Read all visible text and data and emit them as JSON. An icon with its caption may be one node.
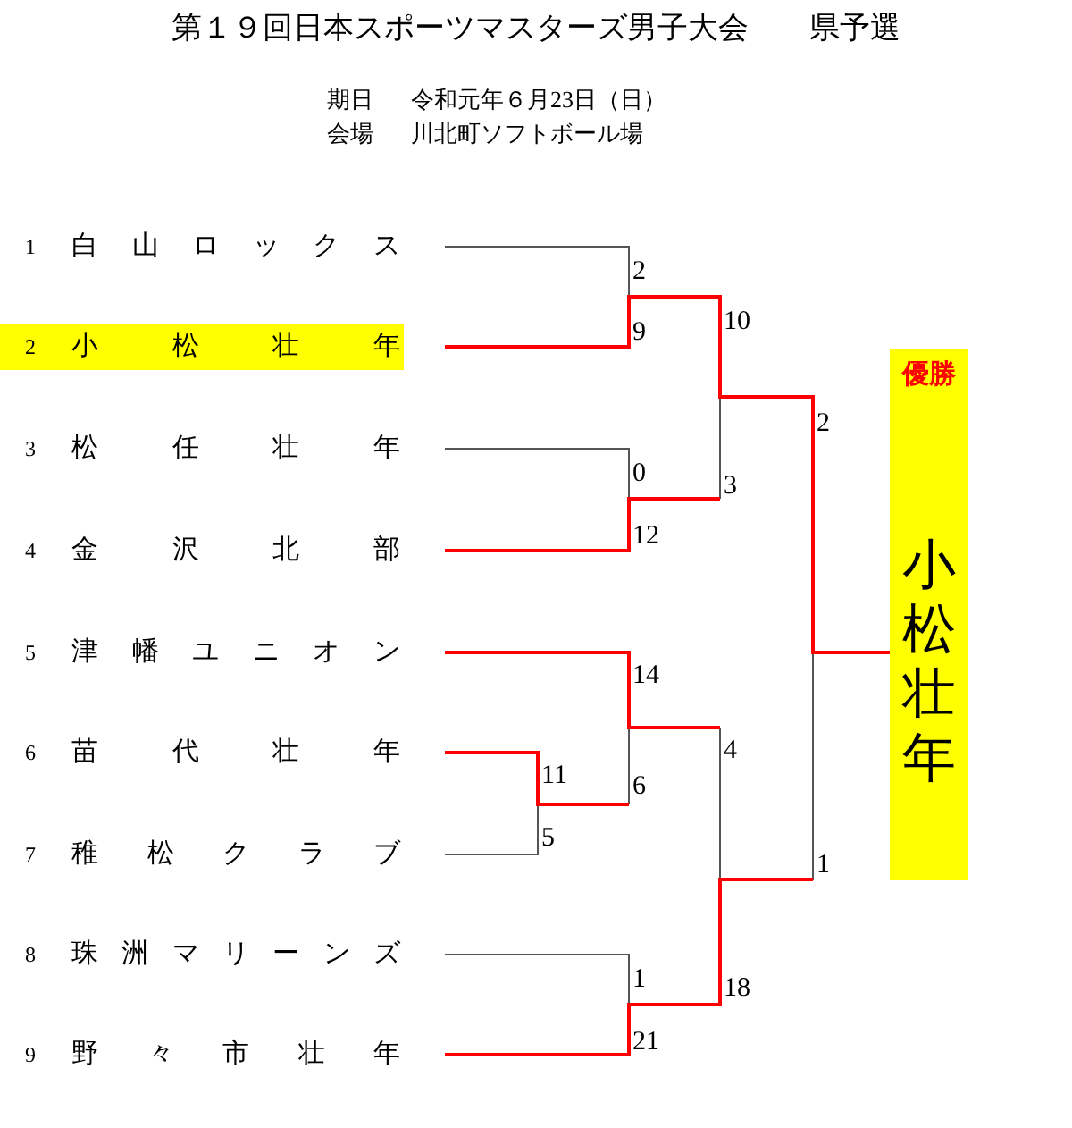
{
  "diagram": {
    "title": "第１９回日本スポーツマスターズ男子大会　　県予選",
    "nodes": [
      {
        "text": [
          "1",
          "白山ロックス"
        ]
      },
      {
        "text": [
          "2",
          "小松壮年"
        ]
      },
      {
        "text": [
          "3",
          "松任壮年"
        ]
      },
      {
        "text": [
          "4",
          "金沢北部"
        ]
      },
      {
        "text": [
          "5",
          "津幡ユニオン"
        ]
      },
      {
        "text": [
          "6",
          "苗代壮年"
        ]
      },
      {
        "text": [
          "7",
          "稚松クラブ"
        ]
      },
      {
        "text": [
          "8",
          "珠洲マリーンズ"
        ]
      },
      {
        "text": [
          "9",
          "野々市壮年"
        ]
      },
      {
        "text": [
          "優勝",
          "小松壮年"
        ]
      }
    ],
    "labels": [
      "期日",
      "令和元年６月23日（日）",
      "会場",
      "川北町ソフトボール場",
      "2",
      "10",
      "9",
      "2",
      "0",
      "3",
      "12",
      "14",
      "4",
      "11",
      "6",
      "5",
      "1",
      "1",
      "18",
      "21"
    ]
  }
}
